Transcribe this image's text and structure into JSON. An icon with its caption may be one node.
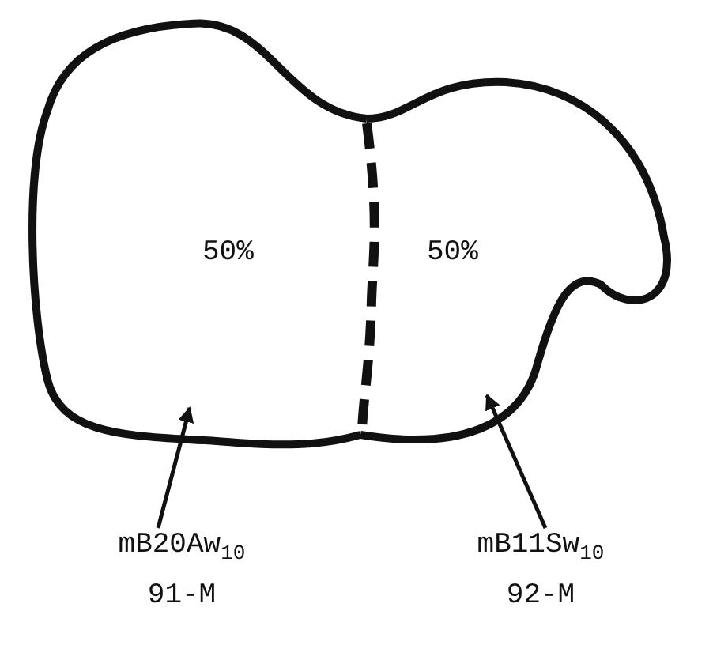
{
  "diagram": {
    "nodes": [
      {
        "text": [
          "50%"
        ]
      },
      {
        "text": [
          "50%"
        ]
      },
      {
        "text": [
          "mB20Aw$_{10}$ 91-M"
        ]
      },
      {
        "text": [
          "mB11Sw$_{10}$ 92-M"
        ]
      }
    ],
    "edges": [
      {
        "from": 2,
        "to": 0,
        "arrow": "to"
      },
      {
        "from": 3,
        "to": 1,
        "arrow": "to"
      }
    ]
  }
}
